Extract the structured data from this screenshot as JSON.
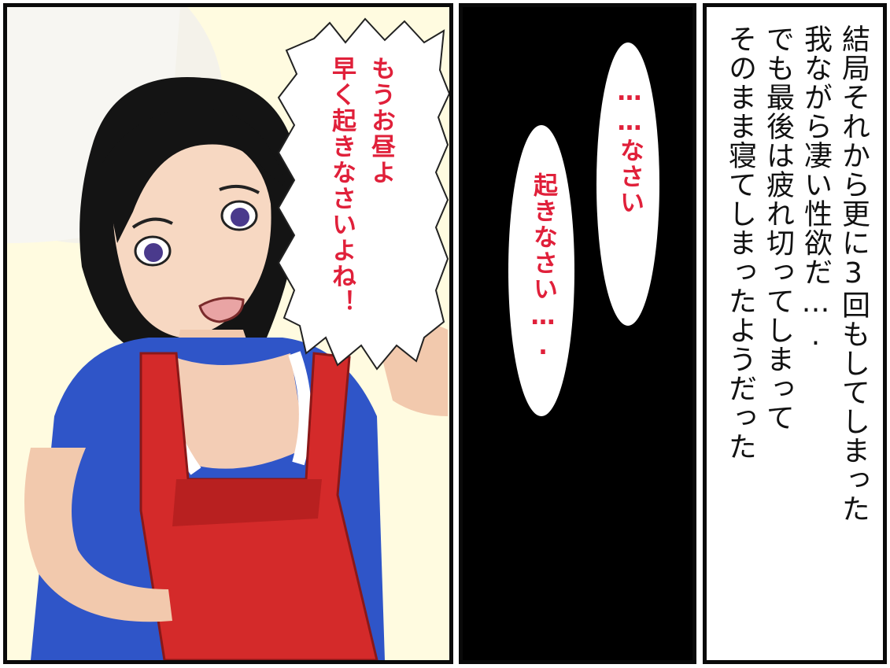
{
  "colors": {
    "dialogue": "#e0203a",
    "narration": "#111111",
    "panel_border": "#0a0a0a",
    "dark_panel": "#000000"
  },
  "panel_left": {
    "speech_lines": [
      "もうお昼よ",
      "早く起きなさいよね！"
    ]
  },
  "panel_mid": {
    "bubble_1": "……なさい",
    "bubble_2": "起きなさい…."
  },
  "panel_right": {
    "narration_lines": [
      "結局それから更に3回もしてしまった",
      "我ながら凄い性欲だ….",
      "でも最後は疲れ切ってしまって",
      "そのまま寝てしまったようだった"
    ]
  }
}
